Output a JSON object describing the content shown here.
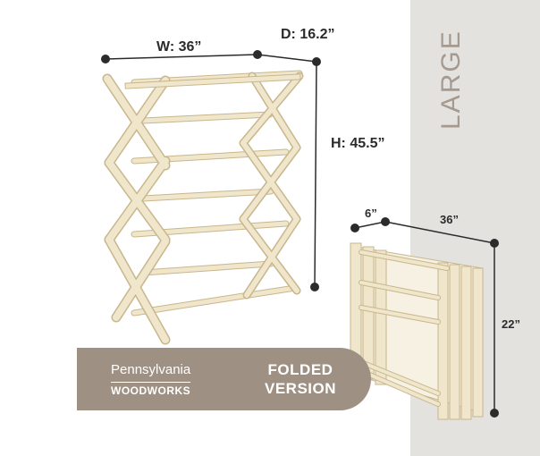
{
  "side_label": "LARGE",
  "dimensions": {
    "width": "W: 36”",
    "depth": "D: 16.2”",
    "height": "H: 45.5”",
    "folded_depth": "6”",
    "folded_width": "36”",
    "folded_height": "22”"
  },
  "brand": {
    "line1": "Pennsylvania",
    "line2": "WOODWORKS"
  },
  "folded_label": {
    "line1": "FOLDED",
    "line2": "VERSION"
  },
  "colors": {
    "wood": "#efe6cc",
    "wood_edge": "#c9b78c",
    "panel": "#e4e2df",
    "banner": "#9e9184",
    "large_text": "#a59a8f",
    "line": "#2b2b2b"
  }
}
